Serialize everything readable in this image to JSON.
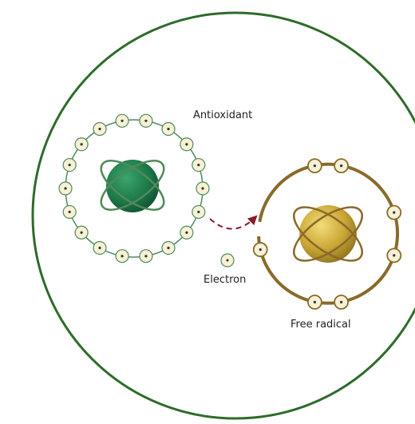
{
  "labels": {
    "antioxidant": "Antioxidant",
    "electron": "Electron",
    "free_radical": "Free radical"
  },
  "colors": {
    "outer_circle": "#2e6b2a",
    "antioxidant_nucleus": "#1f7a4a",
    "antioxidant_orbit": "#4f8a5a",
    "free_radical_nucleus": "#c9a634",
    "free_radical_orbit": "#8a6a2a",
    "electron_fill": "#f7f1d6",
    "transfer_arrow": "#8b1a2b"
  },
  "antioxidant": {
    "electron_count": 18
  },
  "free_radical": {
    "electron_count": 7
  }
}
